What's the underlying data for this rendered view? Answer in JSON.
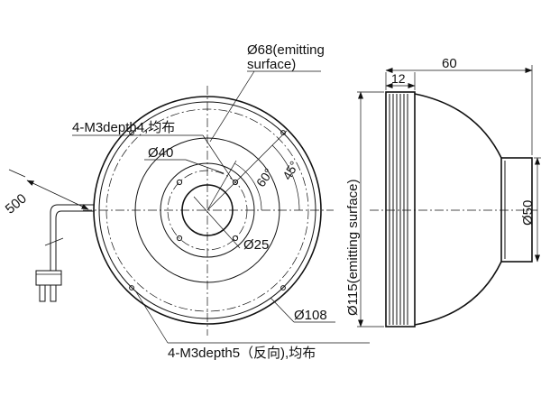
{
  "drawing": {
    "labels": {
      "emitting_surface_dia": "Ø68(emitting",
      "emitting_surface_dia_2": "surface)",
      "front_holes": "4-M3depth4,均布",
      "dia_40": "Ø40",
      "angle_60": "60°",
      "angle_45": "45°",
      "dia_25": "Ø25",
      "dia_108": "Ø108",
      "rear_holes": "4-M3depth5（反向),均布",
      "cable_length": "500",
      "width_12": "12",
      "depth_60": "60",
      "dia_115": "Ø115(emitting surface)",
      "dia_50": "Ø50"
    }
  }
}
